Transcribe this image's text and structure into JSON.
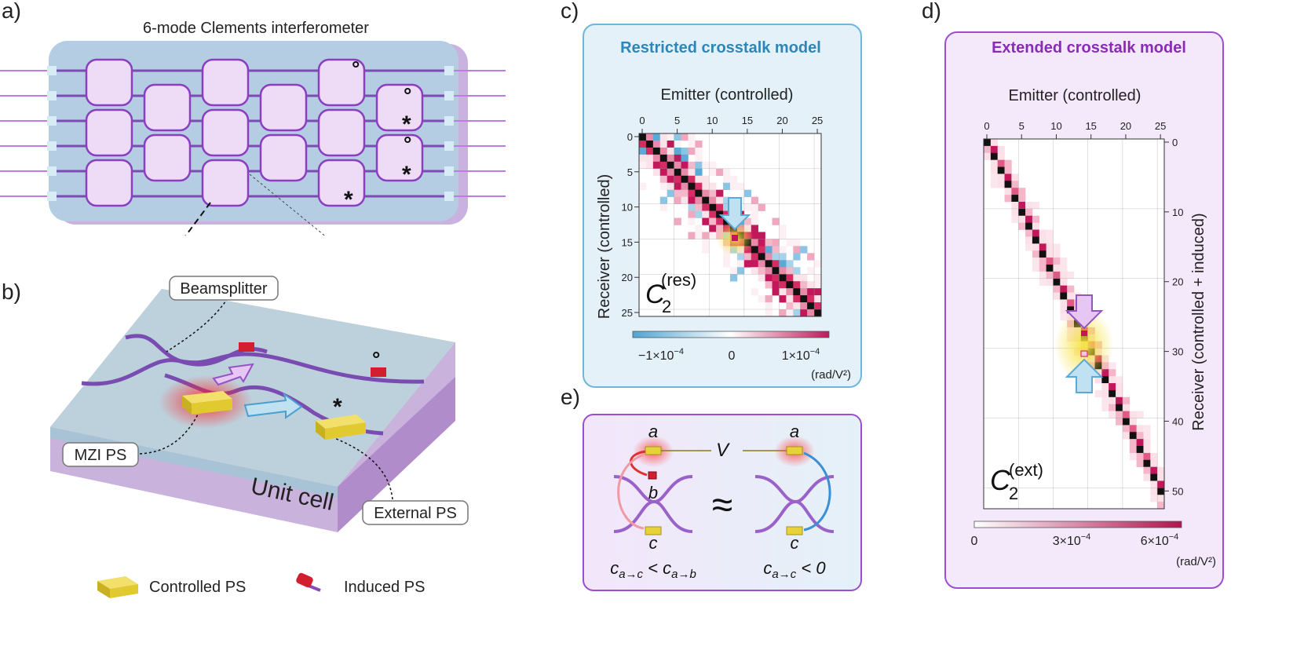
{
  "panels": {
    "a": "a)",
    "b": "b)",
    "c": "c)",
    "d": "d)",
    "e": "e)"
  },
  "panel_a": {
    "title": "6-mode Clements interferometer",
    "markers": [
      "°",
      "°",
      "°",
      "*",
      "*",
      "*"
    ]
  },
  "panel_b": {
    "beamsplitter_label": "Beamsplitter",
    "mzi_ps_label": "MZI PS",
    "external_ps_label": "External PS",
    "unit_cell_label": "Unit cell",
    "legend_controlled": "Controlled PS",
    "legend_induced": "Induced PS",
    "circle_marker": "°",
    "star_marker": "*"
  },
  "panel_c": {
    "title": "Restricted crosstalk model",
    "xlabel": "Emitter (controlled)",
    "ylabel": "Receiver (controlled)",
    "xticks": [
      "0",
      "5",
      "10",
      "15",
      "20",
      "25"
    ],
    "yticks": [
      "0",
      "5",
      "10",
      "15",
      "20",
      "25"
    ],
    "matrix_symbol": "C",
    "matrix_sub": "2",
    "matrix_sup": "(res)",
    "colorbar_ticks": [
      "−1×10",
      "0",
      "1×10"
    ],
    "colorbar_exp": "−4",
    "colorbar_unit": "(rad/V²)"
  },
  "panel_d": {
    "title": "Extended crosstalk model",
    "xlabel": "Emitter (controlled)",
    "ylabel": "Receiver (controlled + induced)",
    "xticks": [
      "0",
      "5",
      "10",
      "15",
      "20",
      "25"
    ],
    "yticks": [
      "0",
      "10",
      "20",
      "30",
      "40",
      "50"
    ],
    "matrix_symbol": "C",
    "matrix_sub": "2",
    "matrix_sup": "(ext)",
    "colorbar_ticks": [
      "0",
      "3×10",
      "6×10"
    ],
    "colorbar_exp": "−4",
    "colorbar_unit": "(rad/V²)"
  },
  "panel_e": {
    "label_a": "a",
    "label_b": "b",
    "label_c": "c",
    "label_V": "V",
    "approx": "≈",
    "ineq_left": "c",
    "ineq_left_sub1": "a→c",
    "ineq_lt": " < c",
    "ineq_left_sub2": "a→b",
    "ineq_right": "c",
    "ineq_right_sub": "a→c",
    "ineq_right_tail": " < 0"
  },
  "colors": {
    "pink": "#c2185b",
    "blue": "#5aa9d6",
    "purple": "#8b3fc0",
    "chip_blue": "#b3cde3",
    "cell_fill": "#eedcf7",
    "yellow": "#e8d23a",
    "red": "#d21f2f",
    "restricted_title": "#2e86b8",
    "extended_title": "#8a2bb8"
  },
  "chart_data": [
    {
      "type": "heatmap",
      "title": "Restricted crosstalk model",
      "xlabel": "Emitter (controlled)",
      "ylabel": "Receiver (controlled)",
      "xlim": [
        0,
        26
      ],
      "ylim": [
        26,
        0
      ],
      "colorbar_range": [
        -0.00015,
        0.00015
      ],
      "highlight_cell": {
        "emitter": 14,
        "receiver": 15
      }
    },
    {
      "type": "heatmap",
      "title": "Extended crosstalk model",
      "xlabel": "Emitter (controlled)",
      "ylabel": "Receiver (controlled + induced)",
      "xlim": [
        0,
        26
      ],
      "ylim": [
        53,
        0
      ],
      "colorbar_range": [
        0,
        0.0007
      ],
      "highlight_cells": [
        {
          "emitter": 14,
          "receiver": 28
        },
        {
          "emitter": 14,
          "receiver": 31
        }
      ]
    }
  ]
}
